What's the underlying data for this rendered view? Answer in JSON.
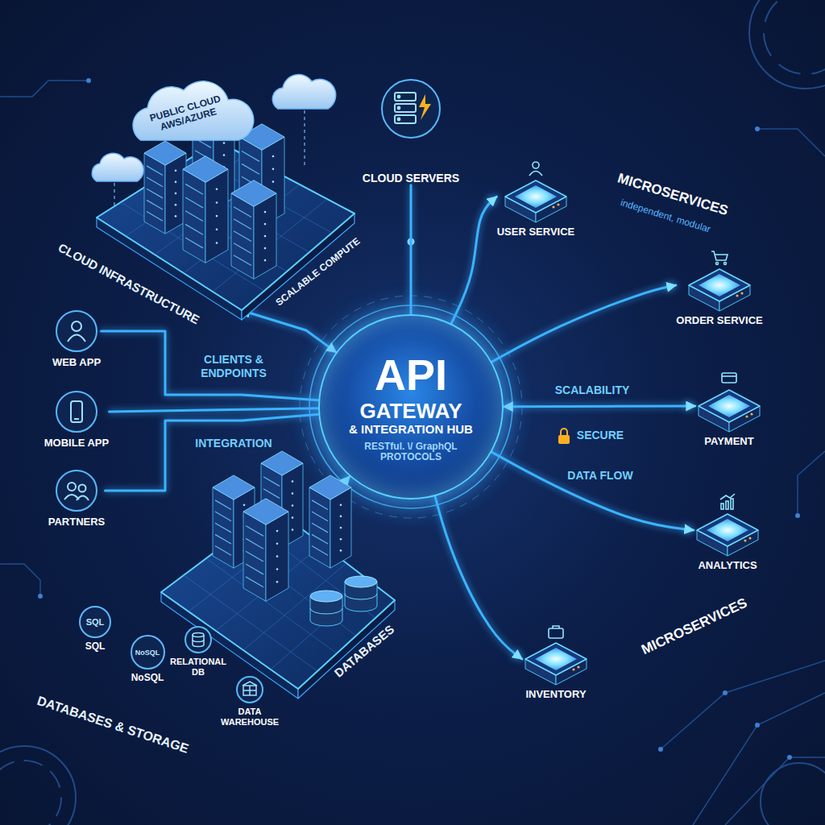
{
  "diagram": {
    "nodes": [
      {
        "text": [
          "PUBLIC CLOUD AWS/AZURE"
        ]
      },
      {
        "text": [
          "CLOUD INFRASTRUCTURE",
          "SCALABLE COMPUTE"
        ]
      },
      {
        "text": [
          "CLOUD SERVERS"
        ]
      },
      {
        "text": [
          "USER SERVICE"
        ]
      },
      {
        "text": [
          "WEB APP"
        ]
      },
      {
        "text": [
          "API",
          "GATEWAY",
          "& INTEGRATION HUB",
          "RESTful. \\/ GraphQL PROTOCOLS"
        ]
      },
      {
        "text": [
          "ORDER SERVICE"
        ]
      },
      {
        "text": [
          "MOBILE APP"
        ]
      },
      {
        "text": [
          "PAYMENT"
        ]
      },
      {
        "text": [
          "PARTNERS"
        ]
      },
      {
        "text": [
          "ANALYTICS"
        ]
      },
      {
        "text": [
          "DATABASES",
          "DATABASES & STORAGE"
        ]
      },
      {
        "text": [
          "SQL",
          "SQL"
        ]
      },
      {
        "text": [
          "NoSQL",
          "NoSQL"
        ]
      },
      {
        "text": [
          "RELATIONAL DB"
        ]
      },
      {
        "text": [
          "DATA WAREHOUSE"
        ]
      },
      {
        "text": [
          "INVENTORY"
        ]
      }
    ],
    "edges": [
      {
        "from": 4,
        "to": 5,
        "arrow": "none"
      },
      {
        "from": 7,
        "to": 5,
        "arrow": "none"
      },
      {
        "from": 9,
        "to": 5,
        "arrow": "none"
      },
      {
        "from": 1,
        "to": 5,
        "arrow": "both"
      },
      {
        "from": 2,
        "to": 5,
        "arrow": "none"
      },
      {
        "from": 11,
        "to": 5,
        "arrow": "both"
      },
      {
        "from": 5,
        "to": 3,
        "arrow": "to"
      },
      {
        "from": 5,
        "to": 6,
        "arrow": "to"
      },
      {
        "from": 5,
        "to": 8,
        "arrow": "both"
      },
      {
        "from": 5,
        "to": 10,
        "arrow": "to"
      },
      {
        "from": 5,
        "to": 16,
        "arrow": "to"
      }
    ],
    "labels": [
      "MICROSERVICES",
      "independent, modular",
      "CLIENTS & ENDPOINTS",
      "INTEGRATION",
      "SCALABILITY",
      "SECURE",
      "DATA FLOW",
      "MICROSERVICES"
    ]
  }
}
